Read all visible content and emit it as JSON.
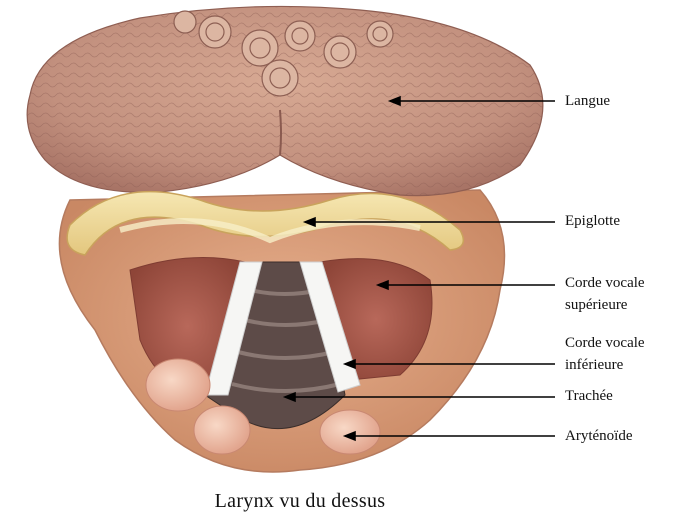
{
  "figure": {
    "caption": "Larynx vu du dessus",
    "labels": [
      {
        "id": "langue",
        "lines": [
          "Langue"
        ]
      },
      {
        "id": "epiglotte",
        "lines": [
          "Epiglotte"
        ]
      },
      {
        "id": "corde-vocale-superieure",
        "lines": [
          "Corde vocale",
          "supérieure"
        ]
      },
      {
        "id": "corde-vocale-inferieure",
        "lines": [
          "Corde vocale",
          "inférieure"
        ]
      },
      {
        "id": "trachee",
        "lines": [
          "Trachée"
        ]
      },
      {
        "id": "arytenoide",
        "lines": [
          "Aryténoïde"
        ]
      }
    ]
  },
  "colors": {
    "tongue": "#c99a86",
    "tongue_dark": "#9e6a5e",
    "epiglottis": "#efdca0",
    "flesh": "#d99b78",
    "muscle": "#a8574a",
    "trachea": "#5b4a46",
    "cords": "#f4f4f2",
    "arrow": "#000000"
  }
}
